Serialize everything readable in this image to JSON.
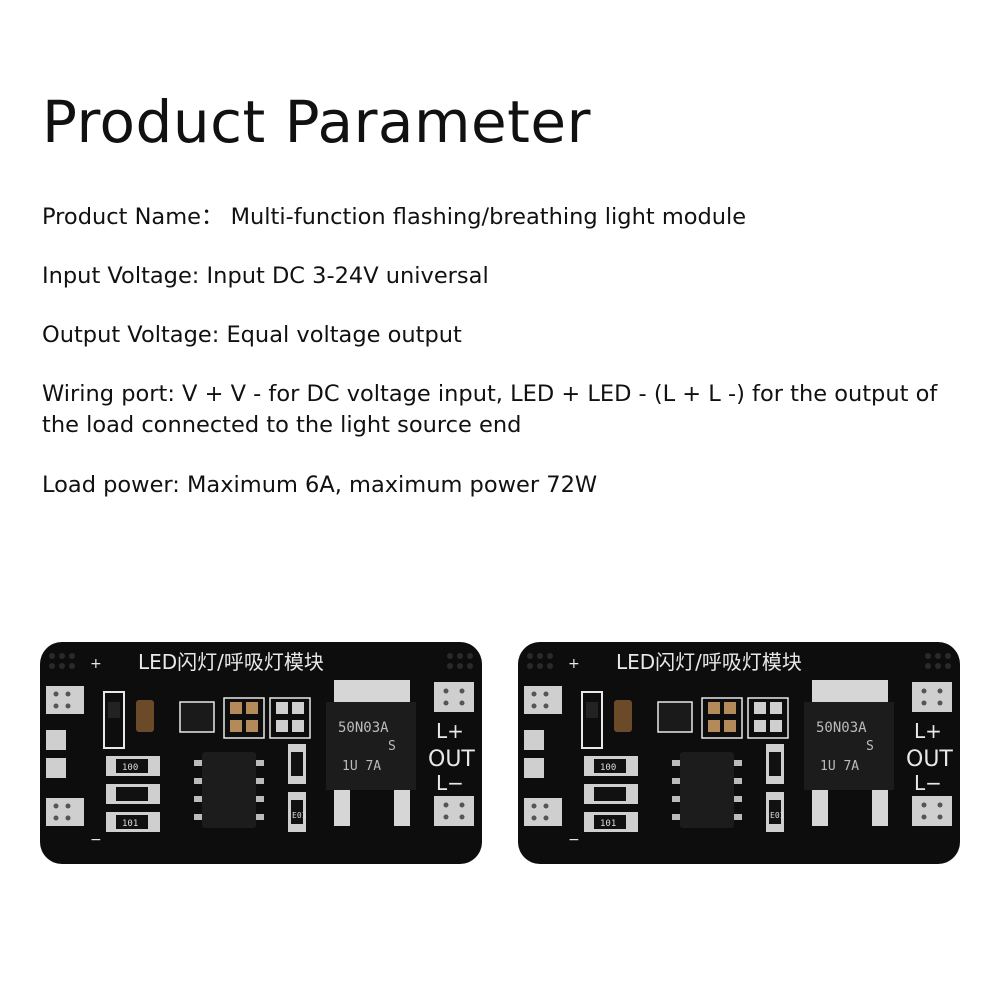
{
  "page": {
    "title": "Product Parameter"
  },
  "params": [
    {
      "text": "Product Name：  Multi-function flashing/breathing light module"
    },
    {
      "text": "Input Voltage: Input DC 3-24V universal"
    },
    {
      "text": "Output Voltage: Equal voltage output"
    },
    {
      "text": "Wiring port: V + V - for DC voltage input, LED + LED - (L + L -) for the output of the load connected to the light source end"
    },
    {
      "text": "Load power: Maximum 6A, maximum power 72W"
    }
  ],
  "board": {
    "silkscreen_title": "LED闪灯/呼吸灯模块",
    "mosfet_line1": "50N03A",
    "mosfet_line2": "S",
    "mosfet_line3": "1U   7A",
    "out_plus": "L+",
    "out_label": "OUT",
    "out_minus": "L−",
    "resistor_a": "100",
    "resistor_b": "E01",
    "resistor_c": "101",
    "v_plus": "+",
    "v_minus": "−",
    "pcb_color": "#0d0d0d",
    "silk_color": "#e8e8e8"
  }
}
